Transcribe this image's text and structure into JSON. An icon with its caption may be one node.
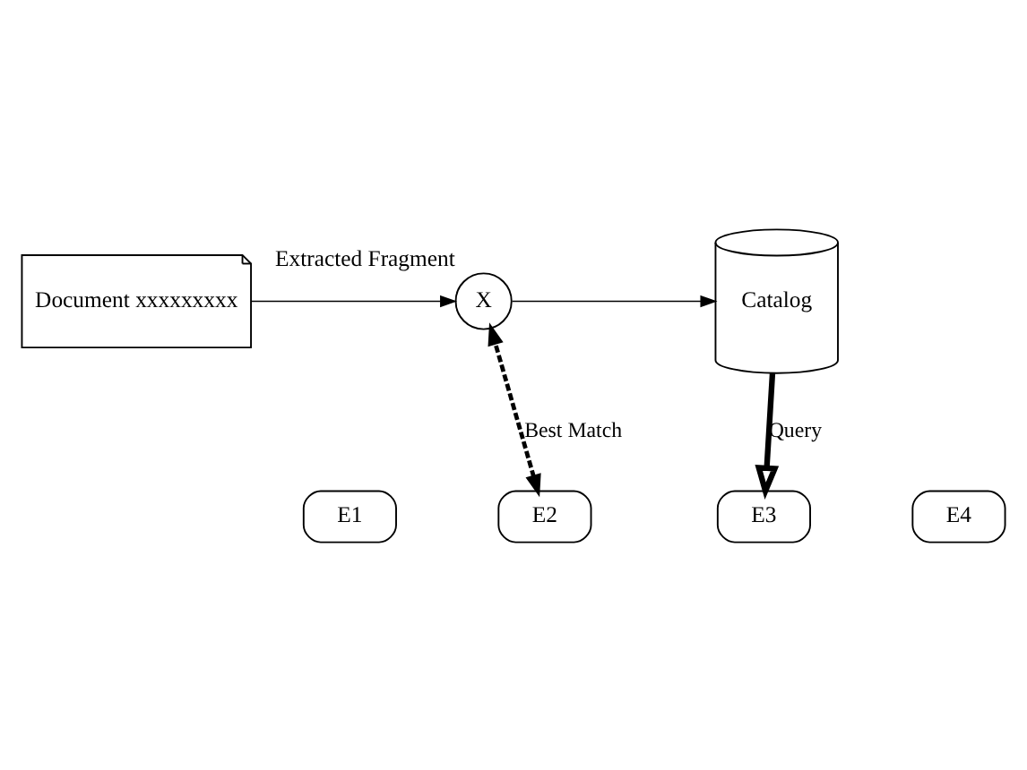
{
  "diagram": {
    "nodes": [
      {
        "text": [
          "Document xxxxxxxxx"
        ]
      },
      {
        "text": [
          "X"
        ],
        "beside": [
          "Extracted Fragment"
        ]
      },
      {
        "text": [
          "Catalog"
        ]
      },
      {
        "text": [
          "E1"
        ]
      },
      {
        "text": [
          "E2"
        ]
      },
      {
        "text": [
          "E3"
        ]
      },
      {
        "text": [
          "E4"
        ]
      }
    ],
    "edges": [
      {
        "from": 0,
        "to": 1,
        "arrow": "to"
      },
      {
        "from": 1,
        "to": 2,
        "arrow": "to"
      },
      {
        "from": 4,
        "to": 1,
        "arrow": "both",
        "label": "Best Match",
        "style": "dashed"
      },
      {
        "from": 2,
        "to": 5,
        "arrow": "to",
        "label": "Query",
        "style": "thick"
      }
    ]
  }
}
